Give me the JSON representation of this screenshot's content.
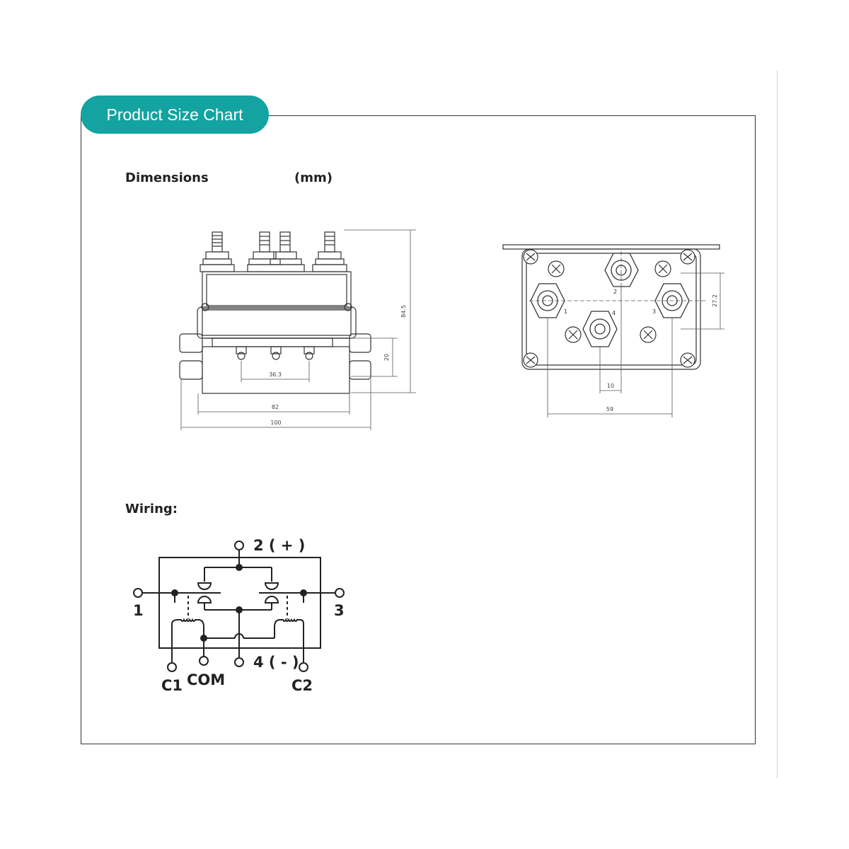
{
  "header": {
    "title": "Product Size Chart"
  },
  "section_dimensions": {
    "label": "Dimensions",
    "unit": "(mm)"
  },
  "front_view": {
    "height_dim": "84.5",
    "lower_dim": "20",
    "stud_spacing": "36.3",
    "body_width": "82",
    "overall_width": "100"
  },
  "top_view": {
    "terminal_1": "1",
    "terminal_2": "2",
    "terminal_3": "3",
    "terminal_4": "4",
    "side_dim": "27.2",
    "offset_dim": "10",
    "width_dim": "59"
  },
  "section_wiring": {
    "label": "Wiring:"
  },
  "wiring": {
    "t2": "2 ( + )",
    "t1": "1",
    "t3": "3",
    "t4": "4 ( - )",
    "c1": "C1",
    "com": "COM",
    "c2": "C2"
  },
  "colors": {
    "accent": "#13a3a0"
  }
}
